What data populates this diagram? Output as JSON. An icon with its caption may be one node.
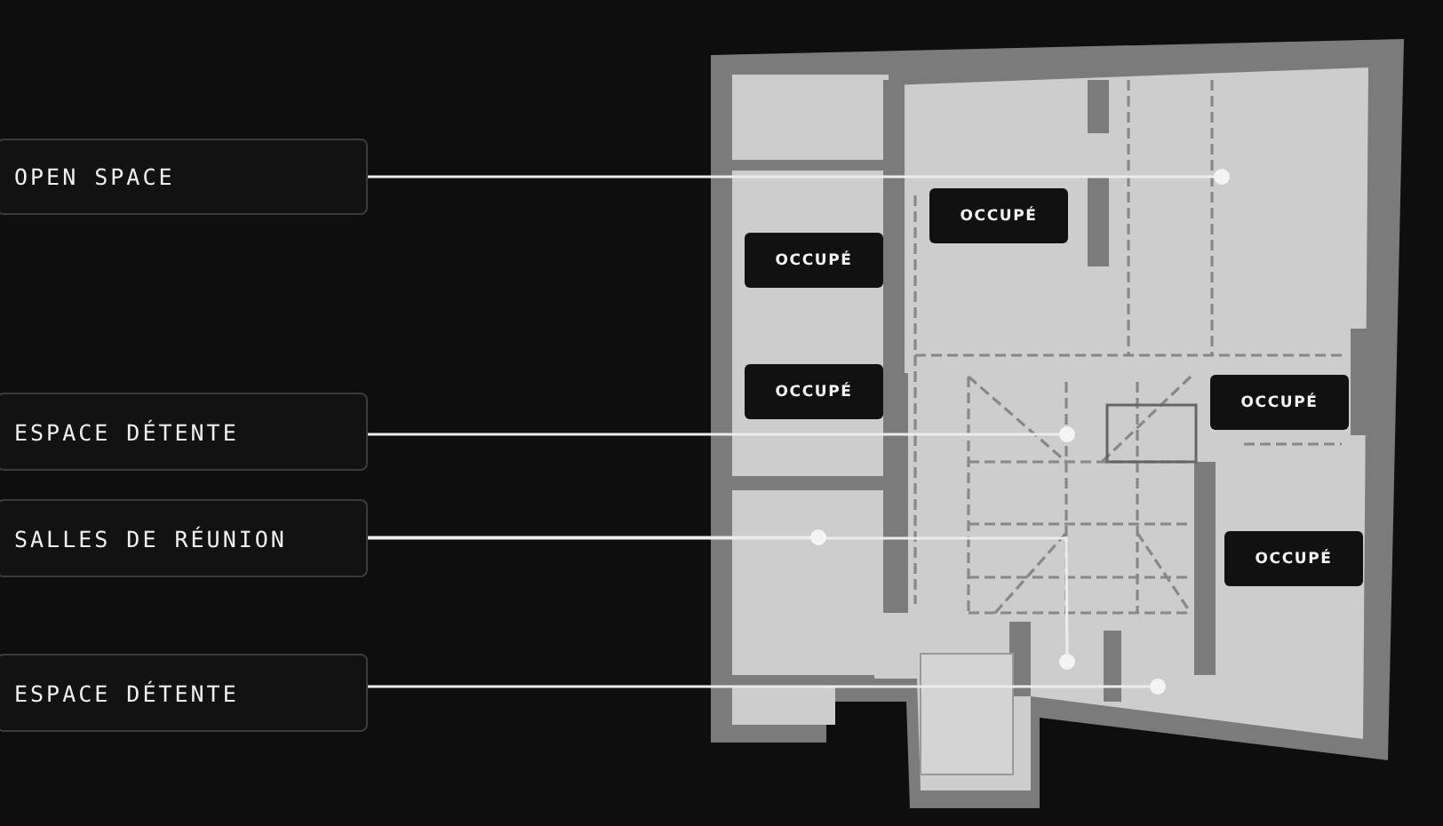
{
  "diagram": {
    "nodes": [
      {
        "text": [
          "OPEN SPACE"
        ]
      },
      {
        "text": [
          "ESPACE DÉTENTE"
        ]
      },
      {
        "text": [
          "SALLES DE RÉUNION"
        ]
      },
      {
        "text": [
          "ESPACE DÉTENTE"
        ]
      },
      {
        "text": [
          "OCCUPÉ"
        ]
      },
      {
        "text": [
          "OCCUPÉ"
        ]
      },
      {
        "text": [
          "OCCUPÉ"
        ]
      },
      {
        "text": [
          "OCCUPÉ"
        ]
      },
      {
        "text": [
          "OCCUPÉ"
        ]
      },
      {
        "text": [],
        "shape": "circle"
      },
      {
        "text": [],
        "shape": "circle"
      },
      {
        "text": [],
        "shape": "circle"
      },
      {
        "text": [],
        "shape": "circle"
      },
      {
        "text": [],
        "shape": "circle"
      }
    ],
    "edges": [
      {
        "from": 0,
        "to": 9,
        "arrow": "none"
      },
      {
        "from": 1,
        "to": 10,
        "arrow": "none"
      },
      {
        "from": 2,
        "to": 11,
        "arrow": "none"
      },
      {
        "from": 2,
        "to": 12,
        "arrow": "none"
      },
      {
        "from": 3,
        "to": 13,
        "arrow": "none"
      }
    ]
  }
}
